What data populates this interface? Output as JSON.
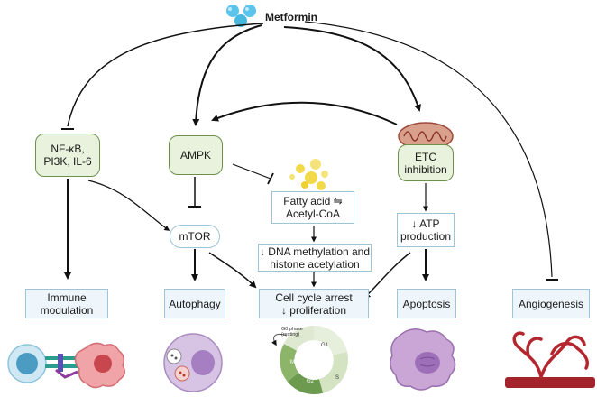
{
  "title": "Metformin",
  "nodes": {
    "nfkb": "NF-κB,\nPI3K, IL-6",
    "ampk": "AMPK",
    "etc": "ETC\ninhibition",
    "fatty": "Fatty acid ⇋\nAcetyl-CoA",
    "mtor": "mTOR",
    "atp": "↓ ATP\nproduction",
    "dna": "↓ DNA methylation and\nhistone acetylation",
    "immune": "Immune\nmodulation",
    "autophagy": "Autophagy",
    "cellcycle": "Cell cycle arrest\n↓ proliferation",
    "apoptosis": "Apoptosis",
    "angio": "Angiogenesis"
  },
  "cycle": {
    "g0": "G0 phase\n(resting)",
    "g1": "G1",
    "s": "S",
    "g2": "G2",
    "m": "M"
  },
  "colors": {
    "green_fill": "#e8f2dc",
    "green_border": "#6c8f4a",
    "blue_border": "#9ec4d8",
    "arrow": "#111111",
    "pill": "#47b8e0"
  }
}
